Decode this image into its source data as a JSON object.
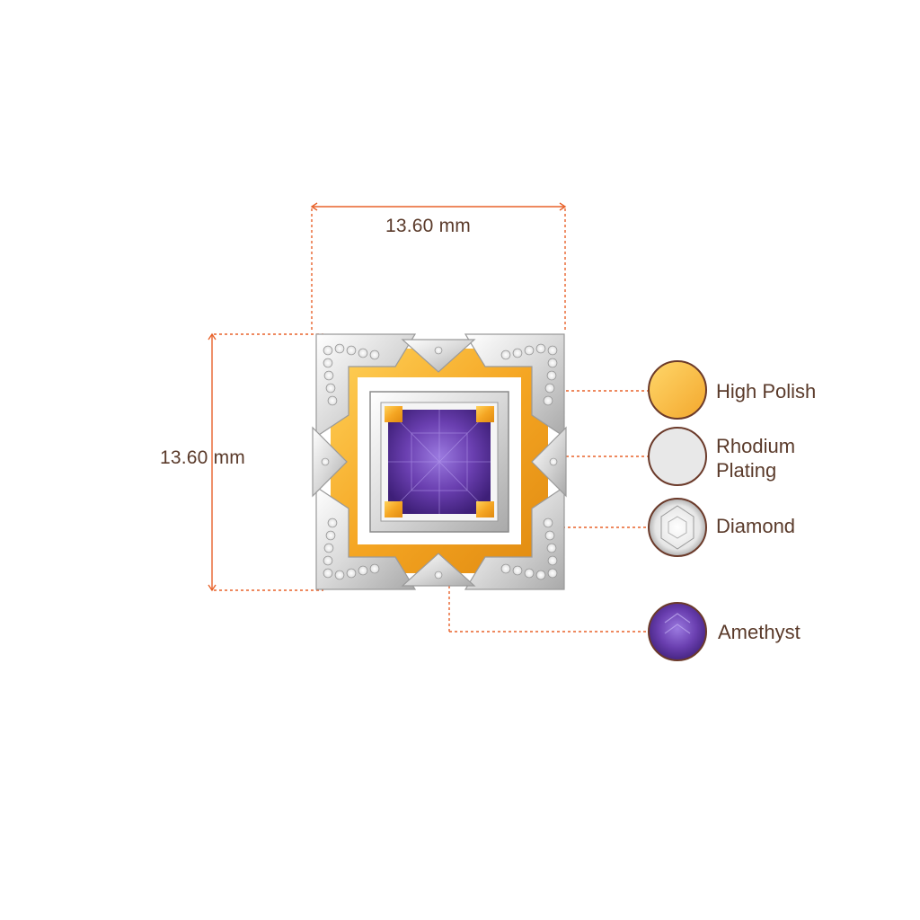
{
  "dimensions": {
    "width_label": "13.60 mm",
    "height_label": "13.60 mm"
  },
  "legend": {
    "high_polish": "High Polish",
    "rhodium_plating": "Rhodium Plating",
    "diamond": "Diamond",
    "amethyst": "Amethyst"
  },
  "colors": {
    "dimension_line": "#e8622a",
    "label_text": "#5a3a2a",
    "gold": "#f7b733",
    "rhodium": "#e8e8e8",
    "amethyst": "#6a3fb0",
    "swatch_border": "#6b3a2a"
  },
  "icons": {
    "high_polish": "gold-swatch-icon",
    "rhodium_plating": "rhodium-swatch-icon",
    "diamond": "diamond-swatch-icon",
    "amethyst": "amethyst-swatch-icon"
  }
}
